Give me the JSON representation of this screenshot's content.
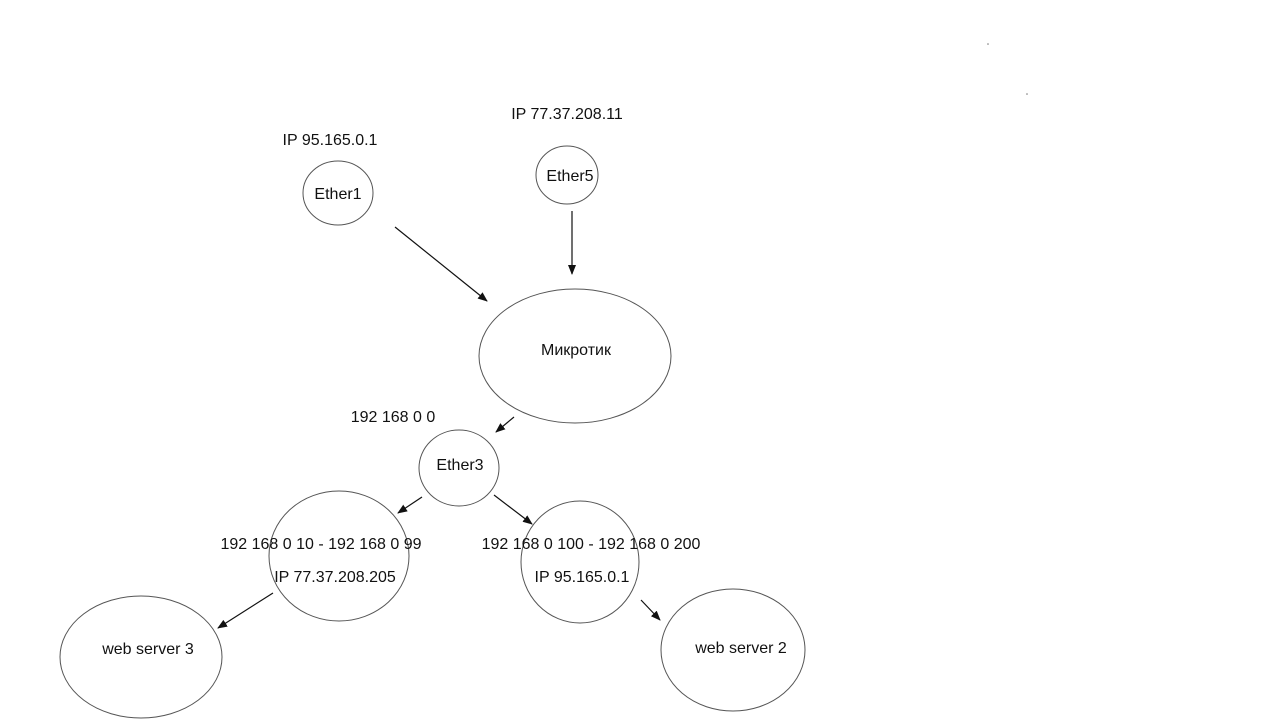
{
  "nodes": {
    "ether1": "Ether1",
    "ether5": "Ether5",
    "router": "Микротик",
    "ether3": "Ether3",
    "subnet_left": "",
    "subnet_right": "",
    "web_server_3": "web server 3",
    "web_server_2": "web server 2"
  },
  "labels": {
    "ether1_ip": "IP 95.165.0.1",
    "ether5_ip": "IP 77.37.208.11",
    "ether3_net": "192 168 0 0",
    "left_range": "192 168 0 10 - 192 168 0 99",
    "left_ip": "IP 77.37.208.205",
    "right_range": "192 168 0 100 - 192 168 0 200",
    "right_ip": "IP 95.165.0.1"
  },
  "colors": {
    "background": "#ffffff",
    "stroke": "#555555",
    "arrow": "#111111",
    "text": "#111111"
  }
}
